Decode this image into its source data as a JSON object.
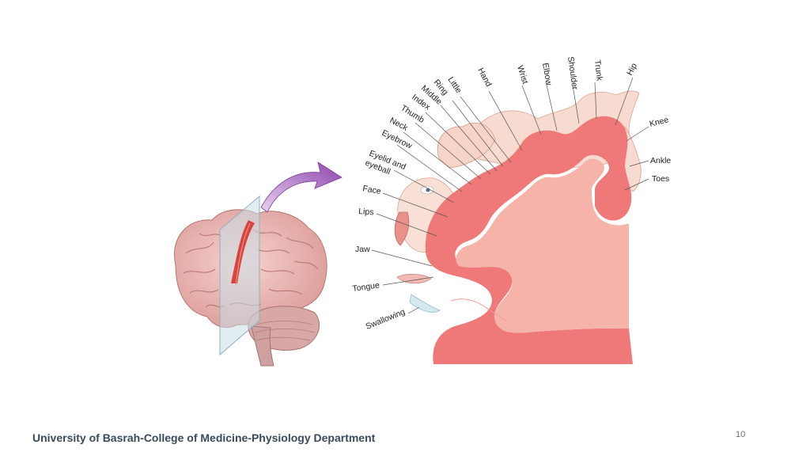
{
  "footer": {
    "text": "University of Basrah-College of Medicine-Physiology Department"
  },
  "page_number": "10",
  "homunculus": {
    "labels": {
      "hand": "Hand",
      "wrist": "Wrist",
      "elbow": "Elbow",
      "shoulder": "Shoulder",
      "trunk": "Trunk",
      "hip": "Hip",
      "little": "Little",
      "ring": "Ring",
      "middle": "Middle",
      "index": "Index",
      "thumb": "Thumb",
      "neck": "Neck",
      "eyebrow": "Eyebrow",
      "eyelid_1": "Eyelid and",
      "eyelid_2": "eyeball",
      "face": "Face",
      "lips": "Lips",
      "jaw": "Jaw",
      "tongue": "Tongue",
      "swallowing": "Swallowing",
      "knee": "Knee",
      "ankle": "Ankle",
      "toes": "Toes"
    }
  },
  "colors": {
    "cortex": "#ef7878",
    "cortex_inner": "#f6b7ae",
    "brain": "#f2c4c1",
    "arrow": "#9b59b6",
    "footer_text": "#3a4a5c"
  }
}
